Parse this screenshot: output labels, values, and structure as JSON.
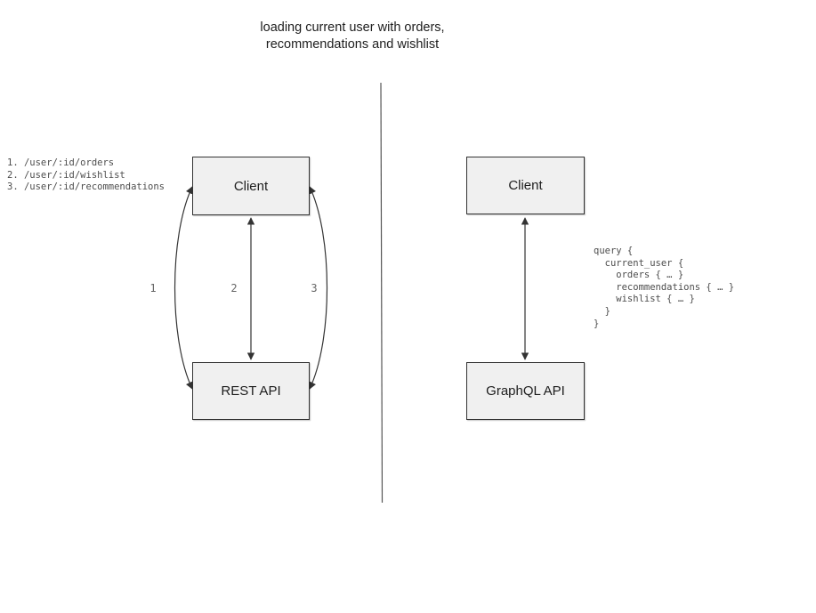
{
  "title": "loading current user with orders, recommendations and wishlist",
  "left_panel": {
    "client_label": "Client",
    "api_label": "REST API",
    "arrow_labels": [
      "1",
      "2",
      "3"
    ],
    "endpoint_list": [
      "1. /user/:id/orders",
      "2. /user/:id/wishlist",
      "3. /user/:id/recommendations"
    ]
  },
  "right_panel": {
    "client_label": "Client",
    "api_label": "GraphQL API",
    "query_lines": [
      "query {",
      "  current_user {",
      "    orders { … }",
      "    recommendations { … }",
      "    wishlist { … }",
      "  }",
      "}"
    ]
  },
  "colors": {
    "background": "#ffffff",
    "box_fill": "#f0f0f0",
    "box_border": "#333333",
    "arrow": "#333333",
    "divider": "#555555",
    "code_text": "#4d4d4d",
    "arrow_number_text": "#666666",
    "title_text": "#1d1d1d"
  }
}
